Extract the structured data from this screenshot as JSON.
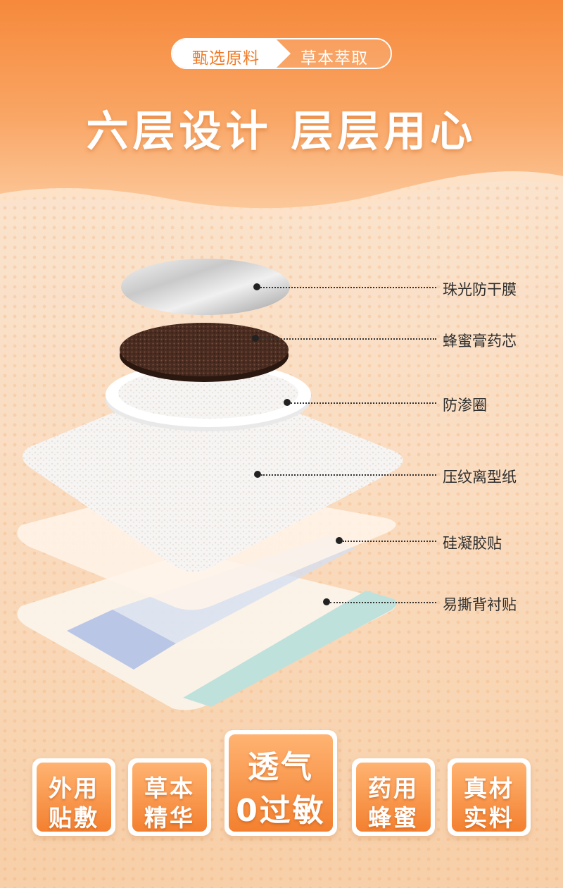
{
  "header": {
    "pill_left": "甄选原料",
    "pill_right": "草本萃取",
    "headline": "六层设计 层层用心"
  },
  "layers": [
    {
      "label": "珠光防干膜"
    },
    {
      "label": "蜂蜜膏药芯"
    },
    {
      "label": "防渗圈"
    },
    {
      "label": "压纹离型纸"
    },
    {
      "label": "硅凝胶贴"
    },
    {
      "label": "易撕背衬贴"
    }
  ],
  "features": [
    {
      "line1": "外用",
      "line2": "贴敷"
    },
    {
      "line1": "草本",
      "line2": "精华"
    },
    {
      "line1": "透气",
      "line2": "0过敏"
    },
    {
      "line1": "药用",
      "line2": "蜂蜜"
    },
    {
      "line1": "真材",
      "line2": "实料"
    }
  ],
  "colors": {
    "accent": "#f3802f",
    "header_top": "#f7883a",
    "background": "#fbe3cc"
  }
}
